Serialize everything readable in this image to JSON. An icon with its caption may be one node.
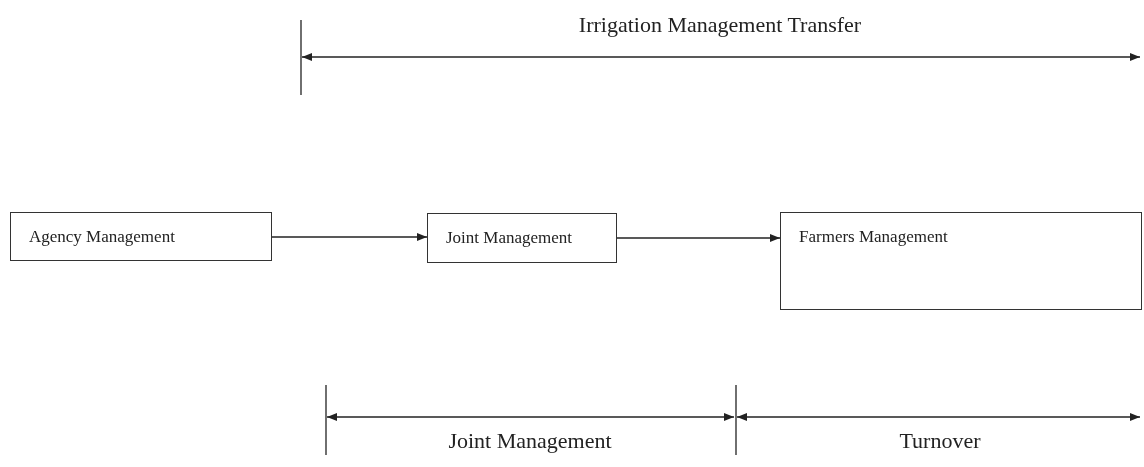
{
  "diagram": {
    "nodes": [
      {
        "text": [
          "Agency Management"
        ]
      },
      {
        "text": [
          "Joint Management"
        ]
      },
      {
        "text": [
          "Farmers Management"
        ]
      }
    ],
    "edges": [
      {
        "from": 0,
        "to": 1,
        "arrow": "to"
      },
      {
        "from": 1,
        "to": 2,
        "arrow": "to"
      }
    ],
    "labels": [
      "Irrigation Management Transfer",
      "Joint Management",
      "Turnover"
    ]
  }
}
